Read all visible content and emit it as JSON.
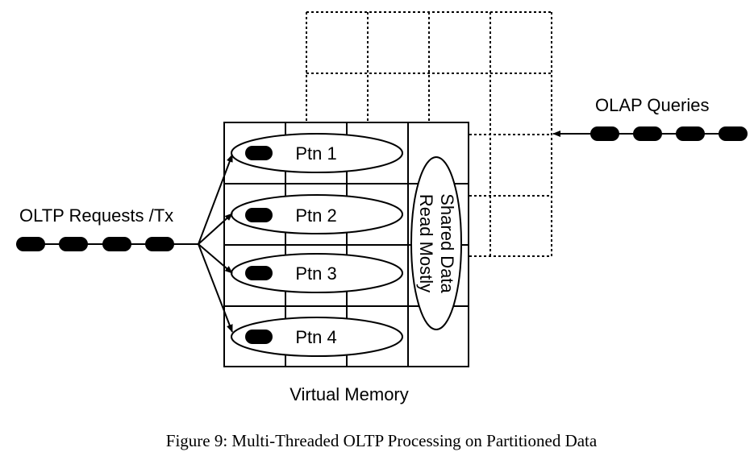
{
  "left_input": {
    "label": "OLTP Requests /Tx"
  },
  "right_input": {
    "label": "OLAP Queries"
  },
  "partitions": [
    {
      "label": "Ptn 1"
    },
    {
      "label": "Ptn 2"
    },
    {
      "label": "Ptn 3"
    },
    {
      "label": "Ptn 4"
    }
  ],
  "shared": {
    "line1": "Shared Data",
    "line2": "Read Mostly"
  },
  "memory_label": "Virtual Memory",
  "caption": "Figure 9: Multi-Threaded OLTP Processing on Partitioned Data"
}
